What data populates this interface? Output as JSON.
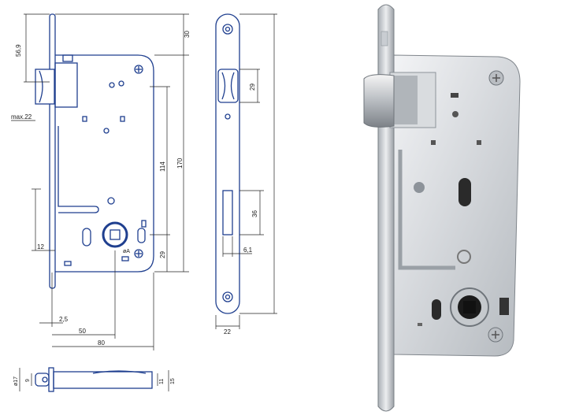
{
  "colors": {
    "outline": "#1f3f8f",
    "dim": "#222222",
    "metal_light": "#eef0f2",
    "metal_mid": "#c9cdd2",
    "metal_dark": "#8d939a",
    "hole": "#1b1b1b"
  },
  "dimensions": {
    "d_56_9": "56,9",
    "d_30": "30",
    "d_max22": "max.22",
    "d_114": "114",
    "d_170": "170",
    "d_29_left": "29",
    "d_12": "12",
    "d_phiA": "øA",
    "d_2_5": "2,5",
    "d_50": "50",
    "d_80": "80",
    "d_29_right": "29",
    "d_36": "36",
    "d_6_1": "6,1",
    "d_22": "22",
    "d_phi17": "ø17",
    "d_9": "9",
    "d_11": "11",
    "d_15": "15"
  }
}
